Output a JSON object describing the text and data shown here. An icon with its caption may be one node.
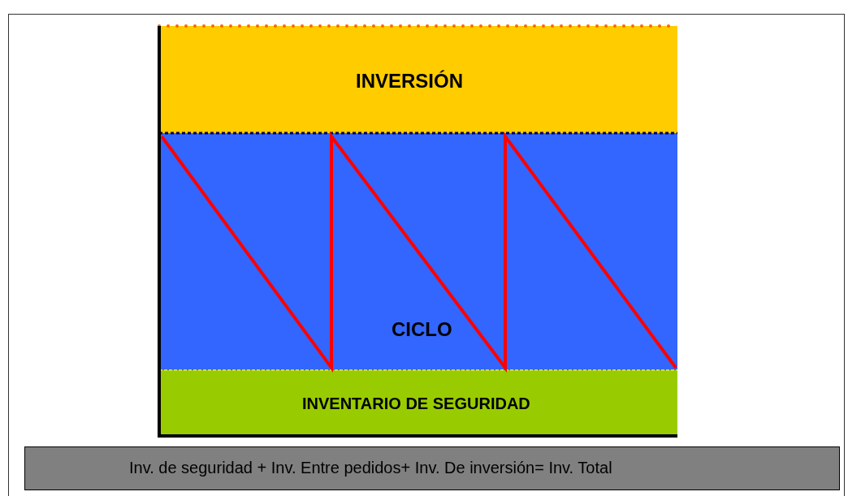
{
  "diagram": {
    "nodes": [
      {
        "text": [
          "INVERSIÓN"
        ]
      },
      {
        "text": [
          "CICLO"
        ]
      },
      {
        "text": [
          "INVENTARIO DE SEGURIDAD"
        ]
      },
      {
        "text": [
          "Inv. de seguridad + Inv. Entre pedidos+ Inv. De inversión= Inv. Total"
        ]
      }
    ]
  }
}
